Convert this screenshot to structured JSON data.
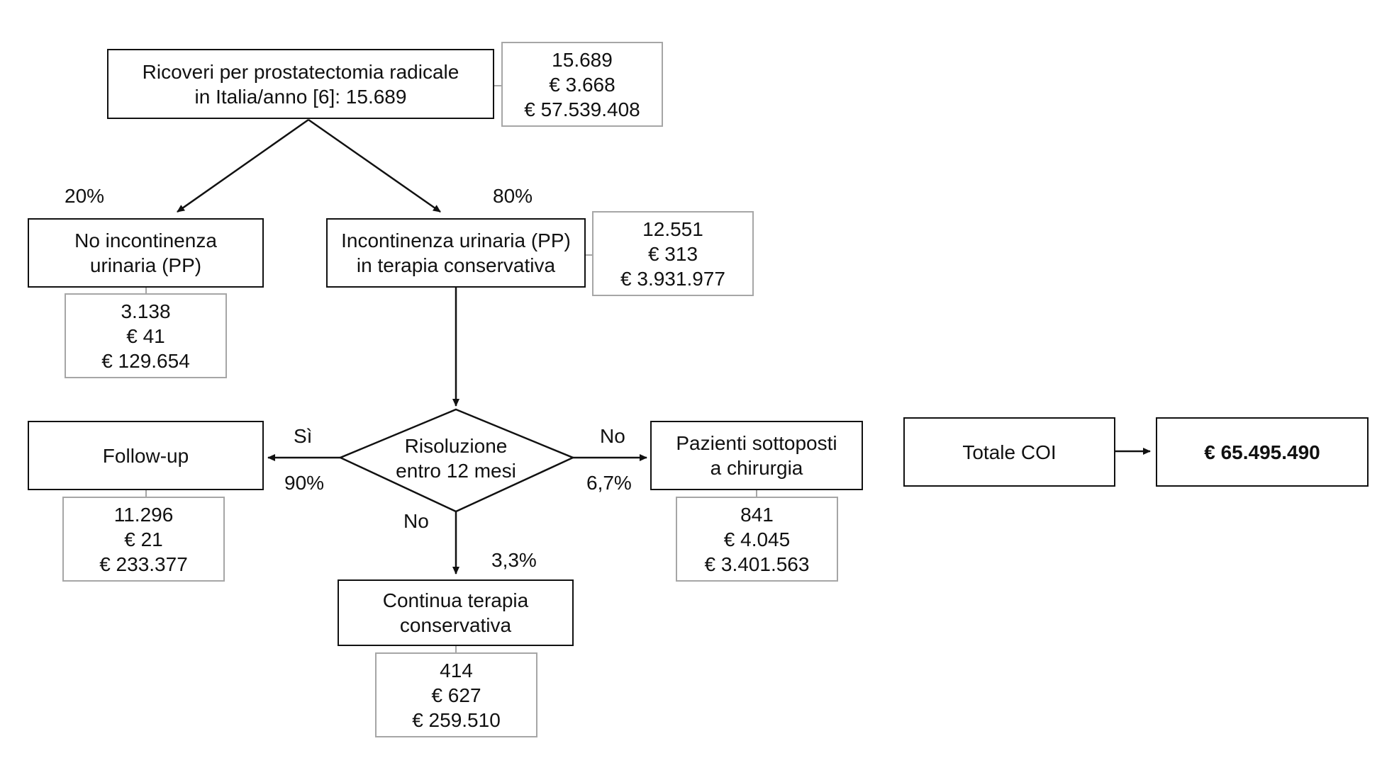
{
  "nodes": {
    "ricoveri": {
      "lines": [
        "Ricoveri per prostatectomia radicale",
        "in Italia/anno [6]: 15.689"
      ]
    },
    "no_incontinenza": {
      "lines": [
        "No incontinenza",
        "urinaria (PP)"
      ]
    },
    "incontinenza": {
      "lines": [
        "Incontinenza urinaria (PP)",
        "in terapia conservativa"
      ]
    },
    "risoluzione": {
      "lines": [
        "Risoluzione",
        "entro 12 mesi"
      ]
    },
    "follow_up": {
      "lines": [
        "Follow-up"
      ]
    },
    "chirurgia": {
      "lines": [
        "Pazienti sottoposti",
        "a chirurgia"
      ]
    },
    "continua": {
      "lines": [
        "Continua terapia",
        "conservativa"
      ]
    },
    "totale_coi": {
      "lines": [
        "Totale COI"
      ]
    },
    "totale_value": {
      "lines": [
        "€ 65.495.490"
      ]
    }
  },
  "stats": {
    "ricoveri": [
      "15.689",
      "€ 3.668",
      "€ 57.539.408"
    ],
    "incontinenza": [
      "12.551",
      "€ 313",
      "€ 3.931.977"
    ],
    "no_incontinenza": [
      "3.138",
      "€ 41",
      "€ 129.654"
    ],
    "follow_up": [
      "11.296",
      "€ 21",
      "€ 233.377"
    ],
    "chirurgia": [
      "841",
      "€ 4.045",
      "€ 3.401.563"
    ],
    "continua": [
      "414",
      "€ 627",
      "€ 259.510"
    ]
  },
  "edge_labels": {
    "pct_no_incontinenza": "20%",
    "pct_incontinenza": "80%",
    "si": "Sì",
    "pct_follow_up": "90%",
    "no_right": "No",
    "pct_chirurgia": "6,7%",
    "no_down": "No",
    "pct_continua": "3,3%"
  },
  "colors": {
    "stroke": "#111111",
    "stat_border": "#a6a6a6",
    "background": "#ffffff"
  }
}
